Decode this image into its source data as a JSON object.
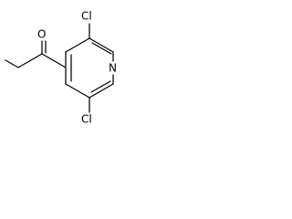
{
  "atoms": {
    "cl_top": "Cl",
    "cl_bottom": "Cl",
    "ring_nitrogen": "N",
    "carbonyl_oxygen": "O"
  }
}
